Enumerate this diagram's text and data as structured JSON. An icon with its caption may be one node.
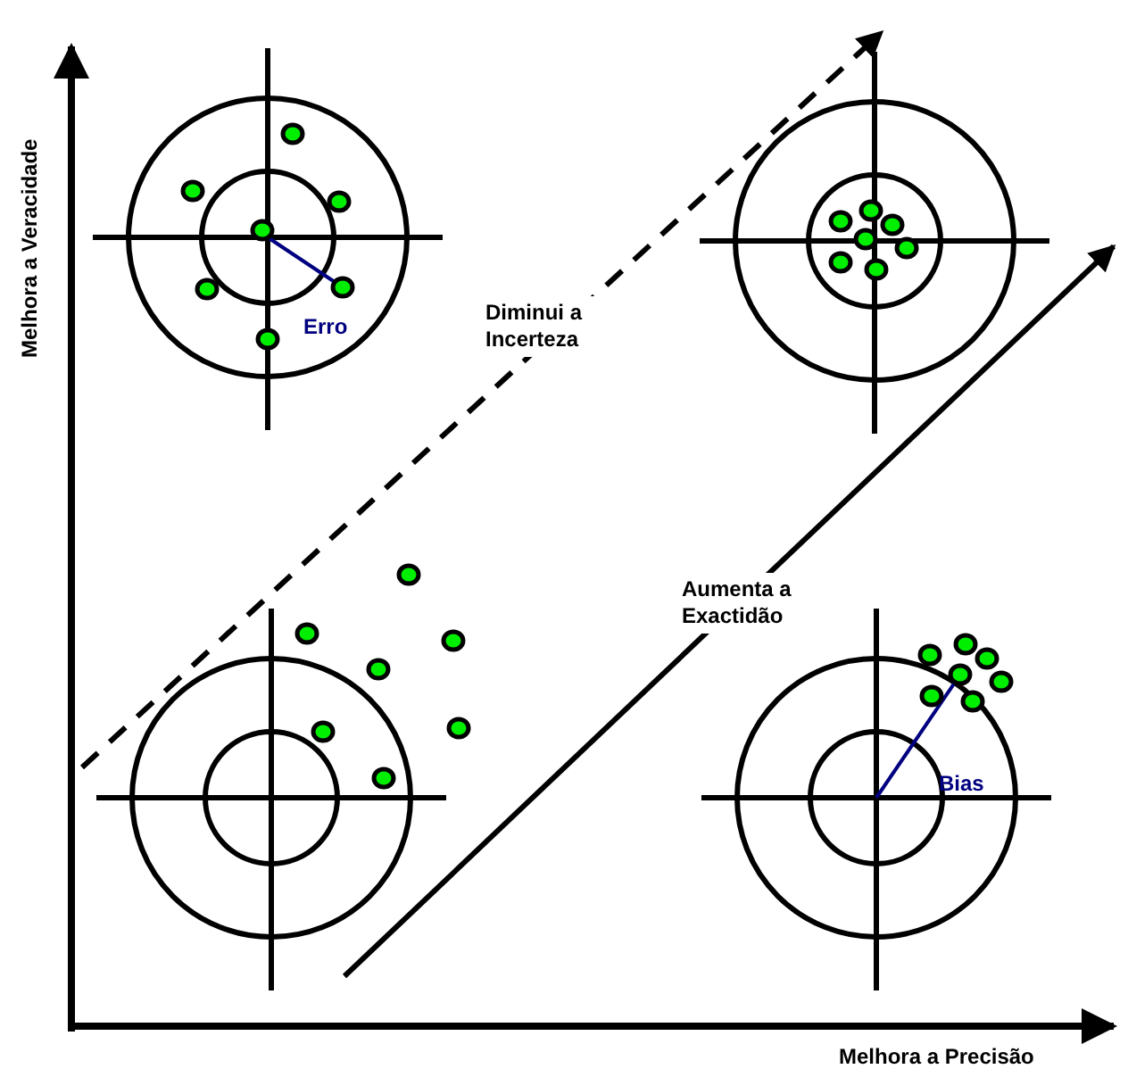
{
  "diagram": {
    "labels": [
      "Melhora a Veracidade",
      "Erro",
      "Diminui a Incerteza",
      "Aumenta a Exactidão",
      "Bias",
      "Melhora a Precisão"
    ]
  }
}
